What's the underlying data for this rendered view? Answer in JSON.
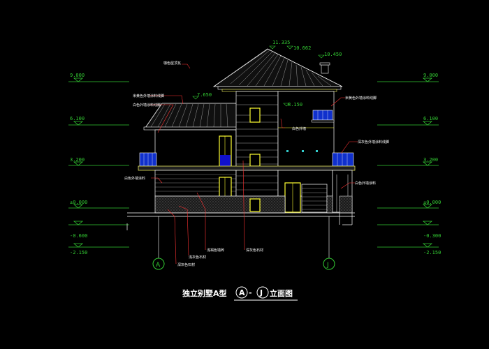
{
  "levels_left": [
    "9.000",
    "6.100",
    "3.200",
    "±0.000",
    "-0.600",
    "-2.150"
  ],
  "levels_right": [
    "9.000",
    "6.100",
    "3.200",
    "±0.000",
    "-0.300",
    "-2.150"
  ],
  "peak_elevations": [
    "11.335",
    "10.662",
    "10.450",
    "7.650",
    "8.150"
  ],
  "notes": {
    "n1": "咖色屋顶瓦",
    "n2": "米黄色外墙涂料线脚",
    "n3": "白色外墙涂料线脚",
    "n4": "米黄色外墙涂料线脚",
    "n5": "白色外墙",
    "n6": "深灰色外墙涂料线脚",
    "n7": "白色外墙涂料",
    "n8": "白色外墙涂料",
    "n9": "浅褐色墙砖",
    "n10": "深灰色石材",
    "n11": "浅灰色石材",
    "n12": "深灰色石材"
  },
  "axes": {
    "left": "A",
    "right": "J"
  },
  "title": {
    "main": "独立别墅A型",
    "axis_a": "A",
    "dash": "-",
    "axis_j": "J",
    "suffix": "立面图"
  }
}
